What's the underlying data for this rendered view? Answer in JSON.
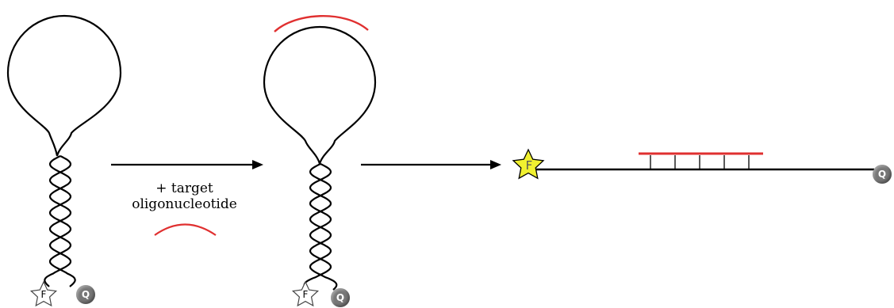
{
  "label": {
    "line1": "+ target",
    "line2": "oligonucleotide"
  },
  "fluorophore_letter": "F",
  "quencher_letter": "Q",
  "colors": {
    "strand": "#000000",
    "target": "#e03030",
    "star_fill_active": "#f0f030",
    "star_fill_quenched": "#ffffff",
    "quencher": "#777777"
  },
  "icons": [
    "fluorophore-star-icon",
    "quencher-ball-icon",
    "arrow-right-icon"
  ]
}
